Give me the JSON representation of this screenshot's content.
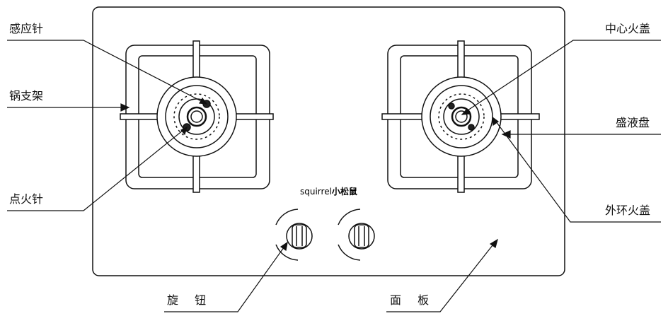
{
  "labels": {
    "sensor_needle": "感应针",
    "pot_support": "锅支架",
    "ignition_needle": "点火针",
    "knob": "旋 钮",
    "panel": "面 板",
    "center_cap": "中心火盖",
    "drip_tray": "盛液盘",
    "outer_ring_cap": "外环火盖"
  },
  "brand": {
    "latin": "squirrel",
    "cn": "小松鼠"
  },
  "colors": {
    "stroke": "#111111",
    "background": "#ffffff"
  }
}
